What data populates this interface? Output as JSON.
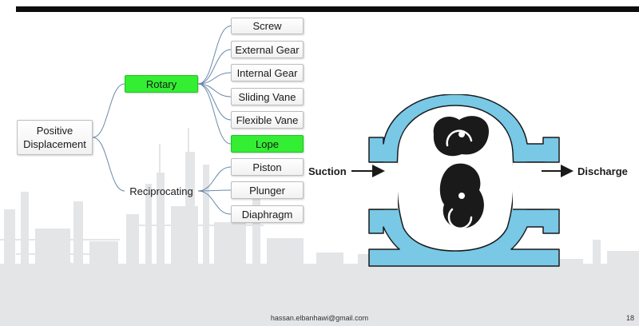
{
  "diagram": {
    "root": "Positive\nDisplacement",
    "branches": [
      {
        "label": "Rotary",
        "highlight": false,
        "leaves": [
          {
            "label": "Screw",
            "highlight": false
          },
          {
            "label": "External Gear",
            "highlight": false
          },
          {
            "label": "Internal Gear",
            "highlight": false
          },
          {
            "label": "Sliding Vane",
            "highlight": false
          },
          {
            "label": "Flexible Vane",
            "highlight": false
          },
          {
            "label": "Lope",
            "highlight": true
          }
        ]
      },
      {
        "label": "Reciprocating",
        "highlight": false,
        "leaves": [
          {
            "label": "Piston",
            "highlight": false
          },
          {
            "label": "Plunger",
            "highlight": false
          },
          {
            "label": "Diaphragm",
            "highlight": false
          }
        ]
      }
    ],
    "rotary_highlight": true
  },
  "pump": {
    "suction_label": "Suction",
    "discharge_label": "Discharge"
  },
  "footer": {
    "email": "hassan.elbanhawi@gmail.com",
    "page_number": "18"
  },
  "colors": {
    "highlight": "#33ee33",
    "pump_casing": "#78c8e6",
    "casing_outline": "#1a1a1a",
    "rotor": "#1a1a1a",
    "skyline": "#e3e5e7"
  }
}
